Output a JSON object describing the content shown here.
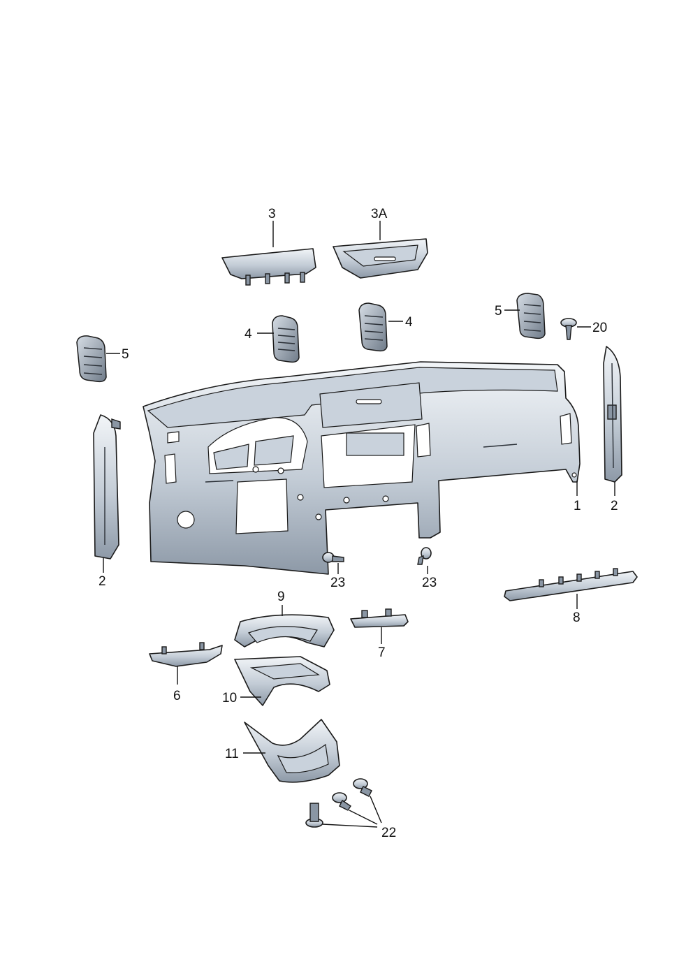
{
  "callouts": [
    {
      "id": "c3",
      "text": "3"
    },
    {
      "id": "c3a",
      "text": "3A"
    },
    {
      "id": "c4a",
      "text": "4"
    },
    {
      "id": "c4b",
      "text": "4"
    },
    {
      "id": "c5a",
      "text": "5"
    },
    {
      "id": "c5b",
      "text": "5"
    },
    {
      "id": "c20",
      "text": "20"
    },
    {
      "id": "c1",
      "text": "1"
    },
    {
      "id": "c2a",
      "text": "2"
    },
    {
      "id": "c2b",
      "text": "2"
    },
    {
      "id": "c23a",
      "text": "23"
    },
    {
      "id": "c23b",
      "text": "23"
    },
    {
      "id": "c9",
      "text": "9"
    },
    {
      "id": "c7",
      "text": "7"
    },
    {
      "id": "c8",
      "text": "8"
    },
    {
      "id": "c6",
      "text": "6"
    },
    {
      "id": "c10",
      "text": "10"
    },
    {
      "id": "c11",
      "text": "11"
    },
    {
      "id": "c22",
      "text": "22"
    }
  ],
  "colors": {
    "part_light": "#eef2f6",
    "part_mid": "#a9b5c2",
    "outline": "#1a1a1a"
  }
}
